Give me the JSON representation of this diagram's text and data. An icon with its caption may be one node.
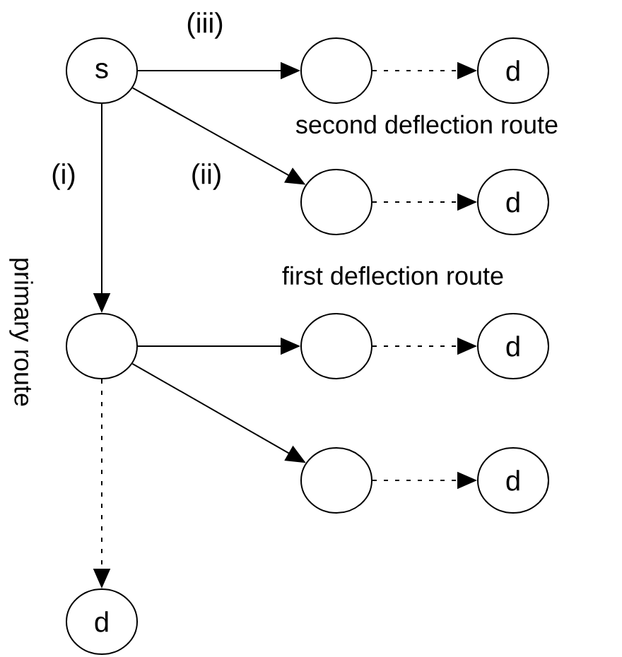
{
  "diagram": {
    "nodes": [
      {
        "text": [
          "s"
        ]
      },
      {
        "text": [],
        "shape": "circle"
      },
      {
        "text": [
          "d"
        ]
      },
      {
        "text": [],
        "shape": "circle"
      },
      {
        "text": [
          "d"
        ]
      },
      {
        "text": [],
        "shape": "circle"
      },
      {
        "text": [],
        "shape": "circle"
      },
      {
        "text": [
          "d"
        ]
      },
      {
        "text": [],
        "shape": "circle"
      },
      {
        "text": [
          "d"
        ]
      },
      {
        "text": [
          "d"
        ]
      }
    ],
    "edges": [
      {
        "from": 0,
        "to": 1,
        "arrow": "to",
        "label": "(iii)"
      },
      {
        "from": 1,
        "to": 2,
        "arrow": "to",
        "style": "dashed"
      },
      {
        "from": 0,
        "to": 3,
        "arrow": "to",
        "label": "(ii)"
      },
      {
        "from": 3,
        "to": 4,
        "arrow": "to",
        "style": "dashed"
      },
      {
        "from": 0,
        "to": 5,
        "arrow": "to",
        "label": "(i)"
      },
      {
        "from": 5,
        "to": 6,
        "arrow": "to"
      },
      {
        "from": 6,
        "to": 7,
        "arrow": "to",
        "style": "dashed"
      },
      {
        "from": 5,
        "to": 8,
        "arrow": "to"
      },
      {
        "from": 8,
        "to": 9,
        "arrow": "to",
        "style": "dashed"
      },
      {
        "from": 5,
        "to": 10,
        "arrow": "to",
        "style": "dashed"
      }
    ],
    "labels": [
      "second deflection route",
      "first deflection route",
      "primary route"
    ]
  }
}
